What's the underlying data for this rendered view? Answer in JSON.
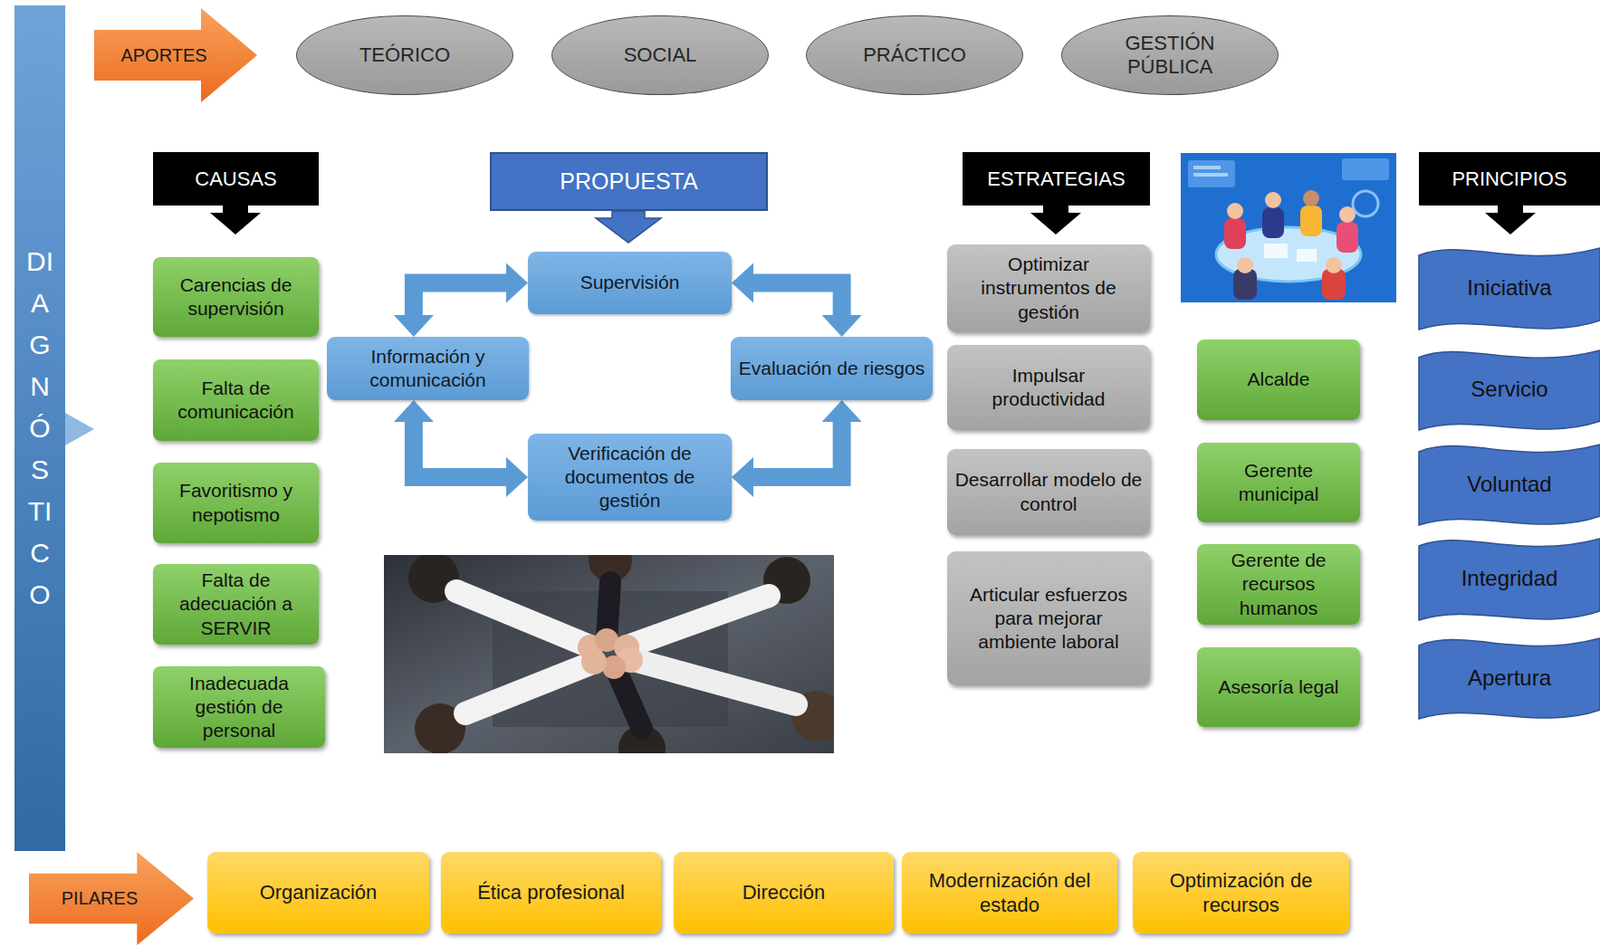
{
  "diagram": {
    "nodes": [
      {
        "text": [
          "DIAGNÓSTICO"
        ]
      },
      {
        "text": [
          "APORTES"
        ]
      },
      {
        "text": [
          "TEÓRICO"
        ]
      },
      {
        "text": [
          "SOCIAL"
        ]
      },
      {
        "text": [
          "PRÁCTICO"
        ]
      },
      {
        "text": [
          "GESTIÓN PÚBLICA"
        ]
      },
      {
        "text": [
          "CAUSAS"
        ]
      },
      {
        "text": [
          "PROPUESTA"
        ]
      },
      {
        "text": [
          "ESTRATEGIAS"
        ]
      },
      {
        "text": [
          "PRINCIPIOS"
        ]
      },
      {
        "text": [
          "Carencias de supervisión"
        ]
      },
      {
        "text": [
          "Falta de comunicación"
        ]
      },
      {
        "text": [
          "Favoritismo y nepotismo"
        ]
      },
      {
        "text": [
          "Falta de adecuación a SERVIR"
        ]
      },
      {
        "text": [
          "Inadecuada gestión de personal"
        ]
      },
      {
        "text": [
          "Supervisión"
        ]
      },
      {
        "text": [
          "Información y comunicación"
        ]
      },
      {
        "text": [
          "Evaluación de riesgos"
        ]
      },
      {
        "text": [
          "Verificación de documentos de gestión"
        ]
      },
      {
        "text": [
          "Optimizar instrumentos de gestión"
        ]
      },
      {
        "text": [
          "Impulsar productividad"
        ]
      },
      {
        "text": [
          "Desarrollar modelo de control"
        ]
      },
      {
        "text": [
          "Articular esfuerzos para mejorar ambiente laboral"
        ]
      },
      {
        "text": [
          "Alcalde"
        ]
      },
      {
        "text": [
          "Gerente municipal"
        ]
      },
      {
        "text": [
          "Gerente de recursos humanos"
        ]
      },
      {
        "text": [
          "Asesoría legal"
        ]
      },
      {
        "text": [
          "Iniciativa"
        ]
      },
      {
        "text": [
          "Servicio"
        ]
      },
      {
        "text": [
          "Voluntad"
        ]
      },
      {
        "text": [
          "Integridad"
        ]
      },
      {
        "text": [
          "Apertura"
        ]
      },
      {
        "text": [
          "PILARES"
        ]
      },
      {
        "text": [
          "Organización"
        ]
      },
      {
        "text": [
          "Ética profesional"
        ]
      },
      {
        "text": [
          "Dirección"
        ]
      },
      {
        "text": [
          "Modernización del estado"
        ]
      },
      {
        "text": [
          "Optimización de recursos"
        ]
      }
    ],
    "edges": [
      {
        "from": 16,
        "to": 15,
        "arrow": "both"
      },
      {
        "from": 15,
        "to": 17,
        "arrow": "both"
      },
      {
        "from": 17,
        "to": 18,
        "arrow": "both"
      },
      {
        "from": 18,
        "to": 16,
        "arrow": "both"
      }
    ]
  }
}
